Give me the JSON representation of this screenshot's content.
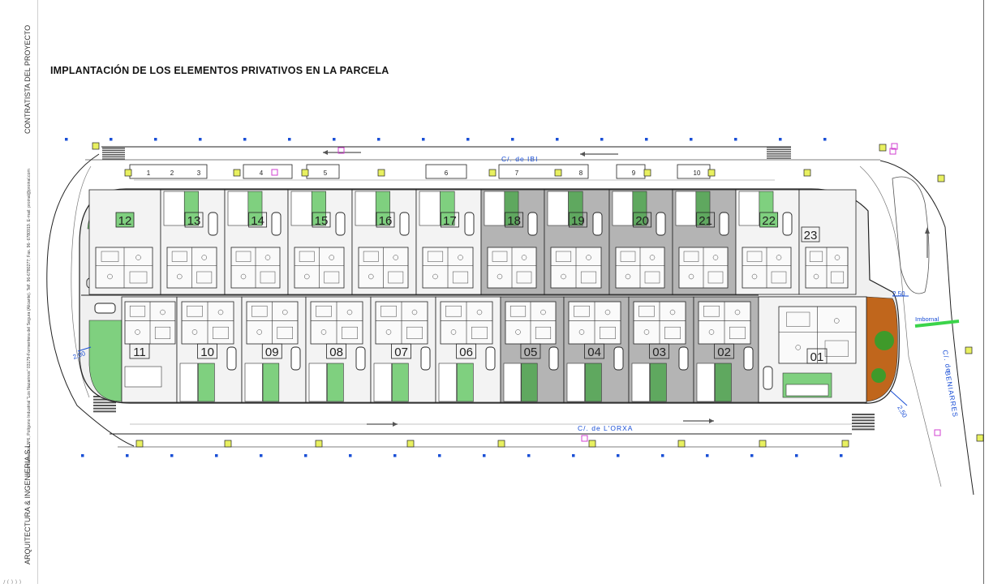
{
  "title": "IMPLANTACIÓN DE LOS ELEMENTOS PRIVATIVOS EN LA PARCELA",
  "sidebar": {
    "company": "ARQUITECTURA & INGENIERIA S.L.",
    "address": "C/Los Nazarinos Nº6, Polígono Industrial \"Los Nazarinos\" 03179-Formentera del Segura (Alicante). Telf. 96-6780277; Fax. 96- 6780919. E-mail: proinal@proinal.com",
    "role": "CONTRATISTA DEL PROYECTO"
  },
  "streets": {
    "north": "C/. de IBI",
    "south": "C/. de L'ORXA",
    "east_prefix": "C/. de",
    "east_name": "BENIARRES"
  },
  "labels": {
    "imbornal": "Imbornal",
    "dim_west": "2,00",
    "dim_east_top": "2,50",
    "dim_east_bottom": "2,50"
  },
  "parking_numbers": [
    "1",
    "2",
    "3",
    "4",
    "5",
    "6",
    "7",
    "8",
    "9",
    "10"
  ],
  "top_lots": [
    "12",
    "13",
    "14",
    "15",
    "16",
    "17",
    "18",
    "19",
    "20",
    "21",
    "22",
    "23"
  ],
  "bottom_lots": [
    "11",
    "10",
    "09",
    "08",
    "07",
    "06",
    "05",
    "04",
    "03",
    "02",
    "01"
  ],
  "colors": {
    "garden": "#7fd07f",
    "garden_dark": "#5fa85f",
    "shaded_lot": "#b4b4b4",
    "paving": "#f0f0f0",
    "outline": "#222222",
    "street_blue": "#1a4fd6",
    "corner_brown": "#c0661c",
    "tree": "#3f9a2a",
    "imbornal_green": "#3bd44a"
  }
}
